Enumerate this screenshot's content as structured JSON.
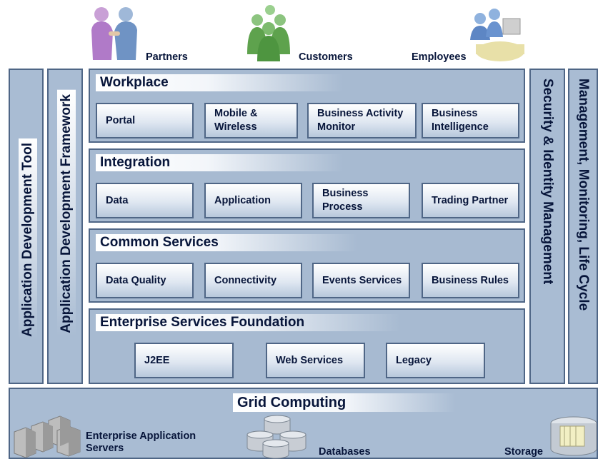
{
  "users": {
    "partners": "Partners",
    "customers": "Customers",
    "employees": "Employees"
  },
  "side_left": {
    "tool": "Application Development Tool",
    "framework": "Application Development Framework"
  },
  "side_right": {
    "security": "Security & Identity Management",
    "management": "Management, Monitoring, Life Cycle"
  },
  "layers": {
    "workplace": {
      "title": "Workplace",
      "items": [
        "Portal",
        "Mobile & Wireless",
        "Business Activity Monitor",
        "Business Intelligence"
      ]
    },
    "integration": {
      "title": "Integration",
      "items": [
        "Data",
        "Application",
        "Business Process",
        "Trading Partner"
      ]
    },
    "common": {
      "title": "Common Services",
      "items": [
        "Data Quality",
        "Connectivity",
        "Events Services",
        "Business Rules"
      ]
    },
    "foundation": {
      "title": "Enterprise Services Foundation",
      "items": [
        "J2EE",
        "Web Services",
        "Legacy"
      ]
    }
  },
  "grid": {
    "title": "Grid Computing",
    "servers": "Enterprise Application Servers",
    "databases": "Databases",
    "storage": "Storage"
  },
  "colors": {
    "panel": "#a9bcd3",
    "border": "#4f6686",
    "text": "#07153a"
  }
}
